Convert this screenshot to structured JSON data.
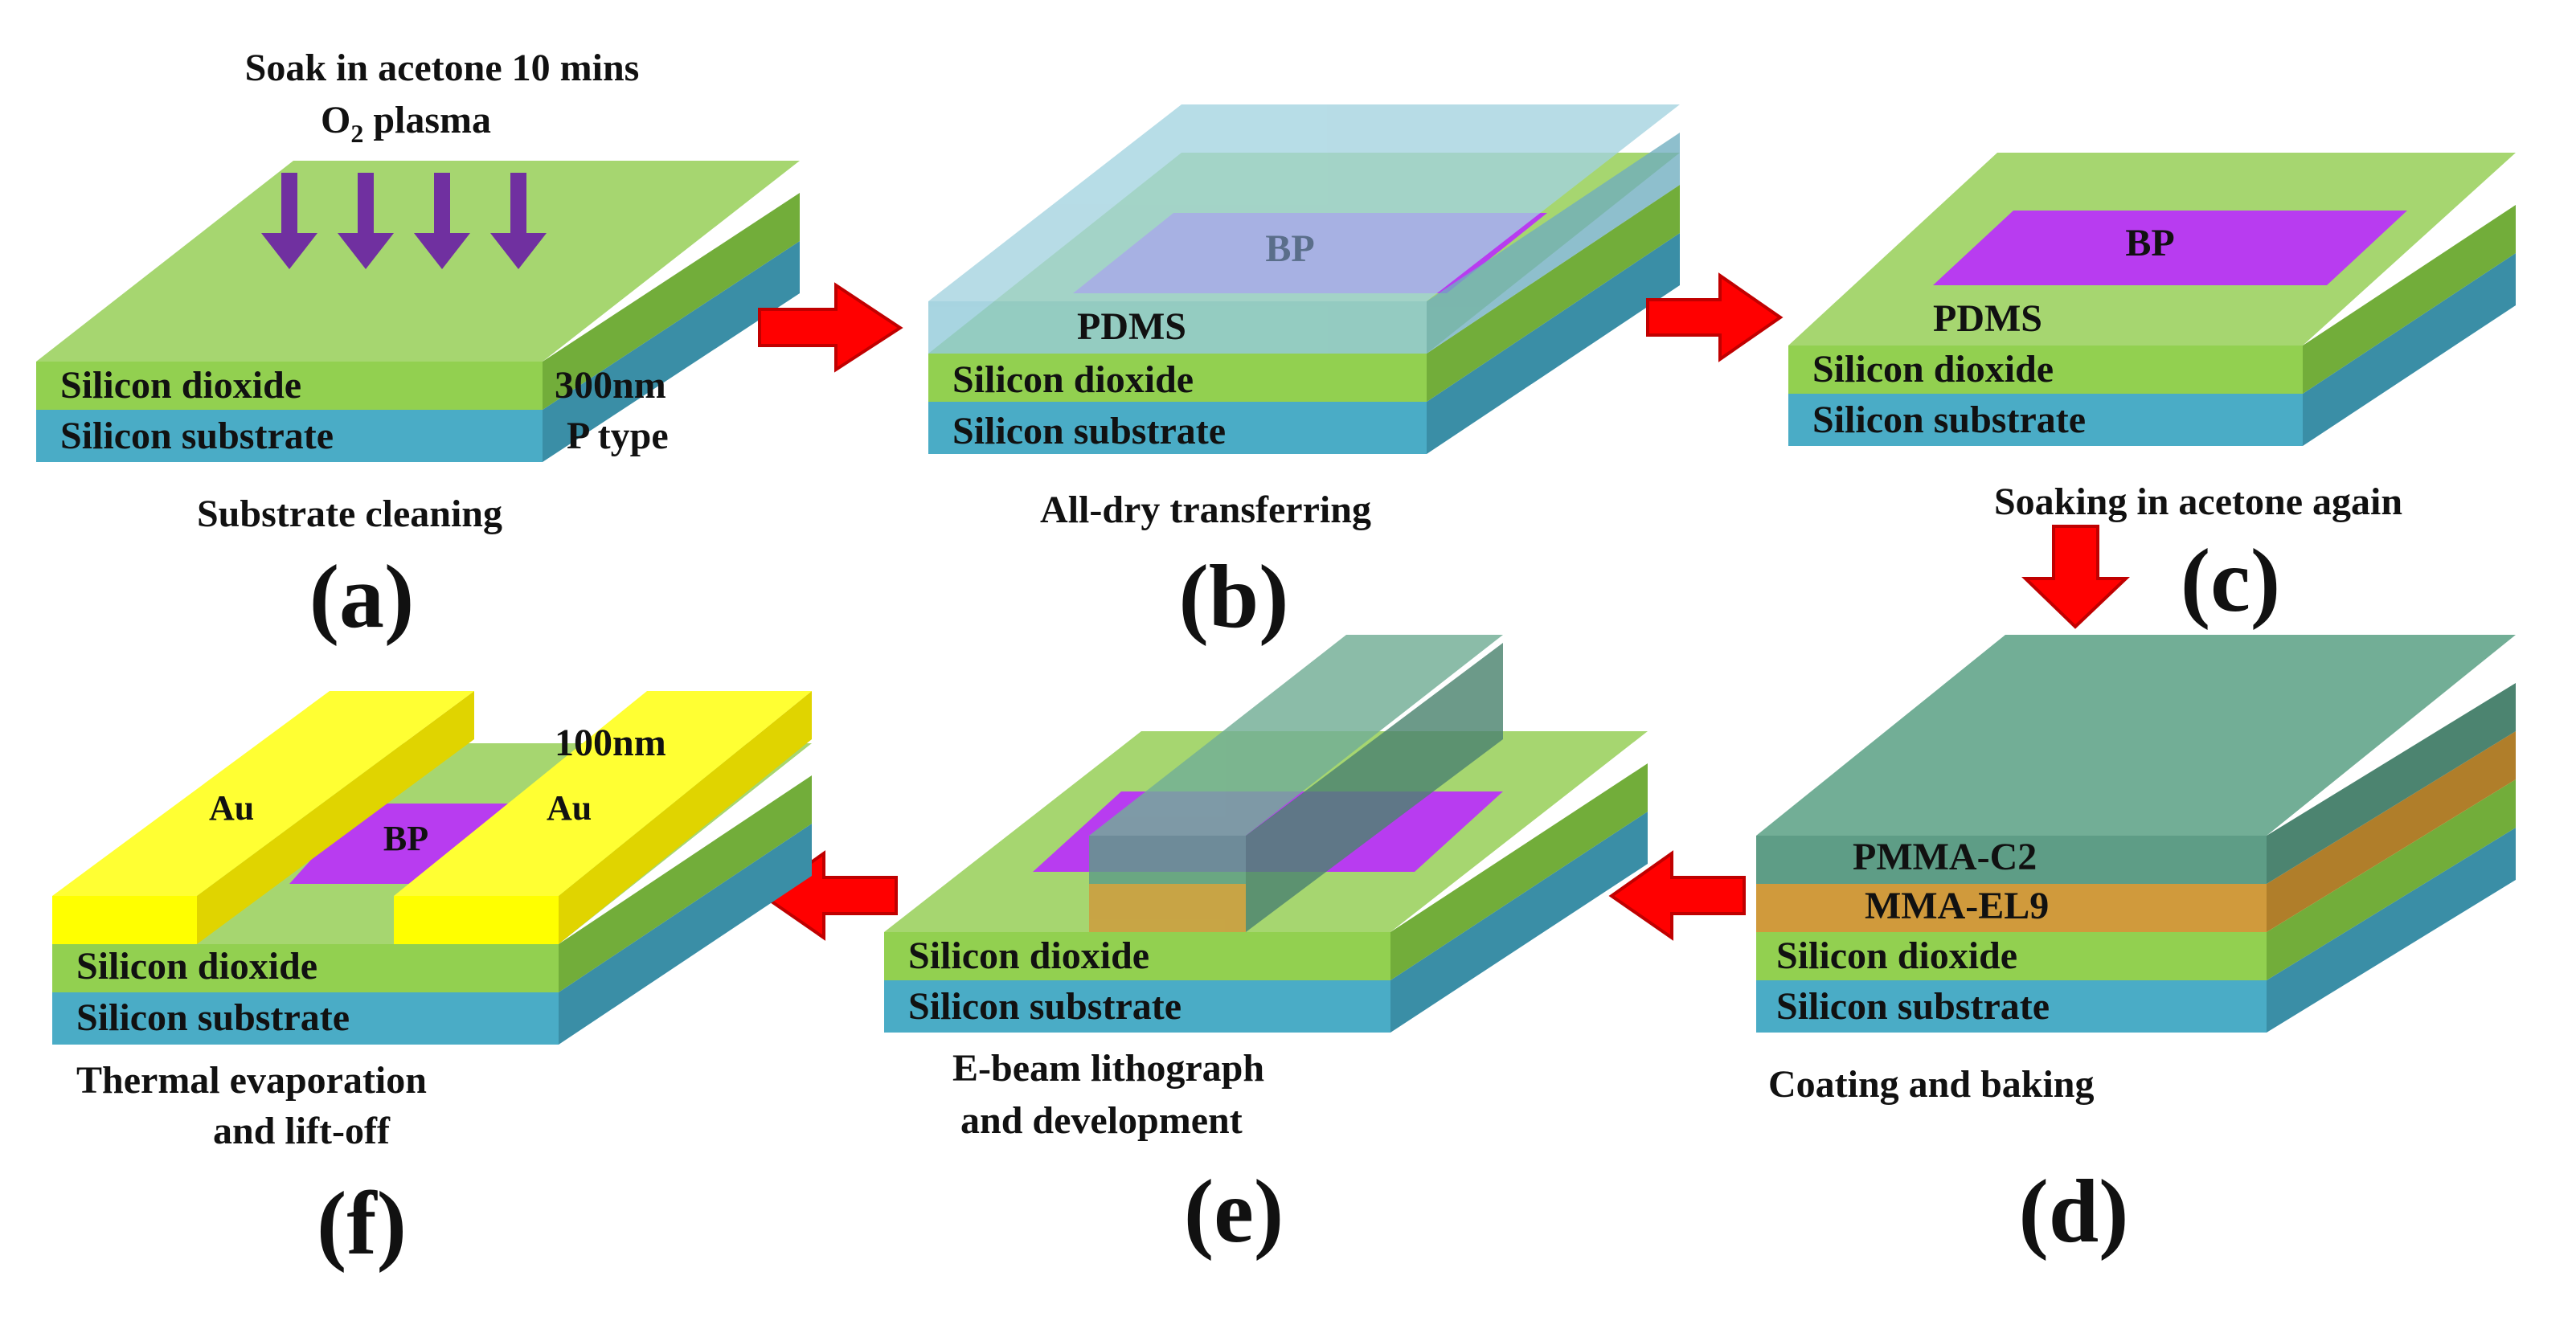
{
  "panels": {
    "a": {
      "letter": "(a)",
      "caption": "Substrate cleaning",
      "step_line1": "Soak in acetone 10 mins",
      "step_line2_main": "O",
      "step_line2_sub": "2",
      "step_line2_rest": " plasma",
      "oxide": "Silicon dioxide",
      "substrate": "Silicon substrate",
      "thickness": "300nm",
      "doping": "P type"
    },
    "b": {
      "letter": "(b)",
      "caption": "All-dry transferring",
      "flake": "BP",
      "stamp": "PDMS",
      "oxide": "Silicon dioxide",
      "substrate": "Silicon substrate"
    },
    "c": {
      "letter": "(c)",
      "caption": "Soaking in acetone again",
      "flake": "BP",
      "stamp": "PDMS",
      "oxide": "Silicon dioxide",
      "substrate": "Silicon substrate"
    },
    "d": {
      "letter": "(d)",
      "caption": "Coating and baking",
      "resist_top": "PMMA-C2",
      "resist_bottom": "MMA-EL9",
      "oxide": "Silicon dioxide",
      "substrate": "Silicon substrate"
    },
    "e": {
      "letter": "(e)",
      "caption_line1": "E-beam lithograph",
      "caption_line2": "and development",
      "oxide": "Silicon dioxide",
      "substrate": "Silicon substrate"
    },
    "f": {
      "letter": "(f)",
      "caption_line1": "Thermal evaporation",
      "caption_line2": "and lift-off",
      "flake": "BP",
      "metal_left": "Au",
      "metal_right": "Au",
      "metal_thickness": "100nm",
      "oxide": "Silicon dioxide",
      "substrate": "Silicon substrate"
    }
  },
  "colors": {
    "oxide": "#92d050",
    "substrate": "#4aacc6",
    "bp": "#b83cf0",
    "pdms": "#8fc9d8",
    "pmma": "#5e9d86",
    "mma": "#d09a3c",
    "gold": "#ffff00",
    "arrow_red": "#ff0000",
    "arrow_purple": "#7030a0"
  }
}
